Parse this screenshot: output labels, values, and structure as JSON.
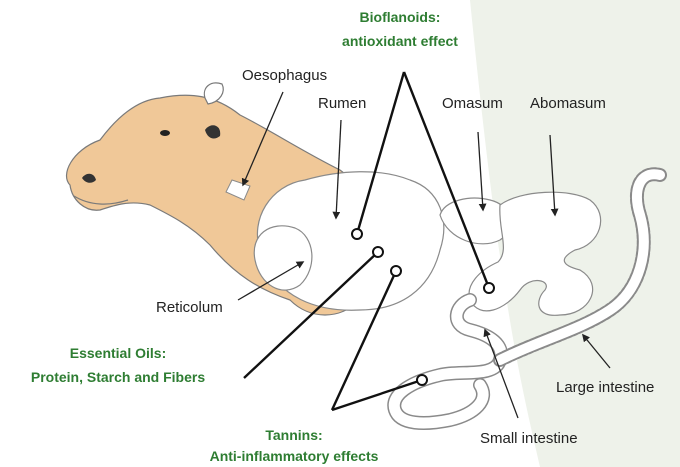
{
  "colors": {
    "accent_green": "#2e7d32",
    "cow_skin": "#f0c898",
    "cow_outline": "#7a7a7a",
    "organ_outline": "#8a8a8a",
    "background_tint": "#eef2ea"
  },
  "labels": {
    "oesophagus": "Oesophagus",
    "rumen": "Rumen",
    "omasum": "Omasum",
    "abomasum": "Abomasum",
    "reticolum": "Reticolum",
    "large_intestine": "Large intestine",
    "small_intestine": "Small intestine"
  },
  "callouts": {
    "bioflavonoids": {
      "title": "Bioflanoids:",
      "effect": "antioxidant effect"
    },
    "essential_oils": {
      "title": "Essential Oils:",
      "effect": "Protein, Starch and Fibers"
    },
    "tannins": {
      "title": "Tannins:",
      "effect": "Anti-inflammatory effects"
    }
  }
}
